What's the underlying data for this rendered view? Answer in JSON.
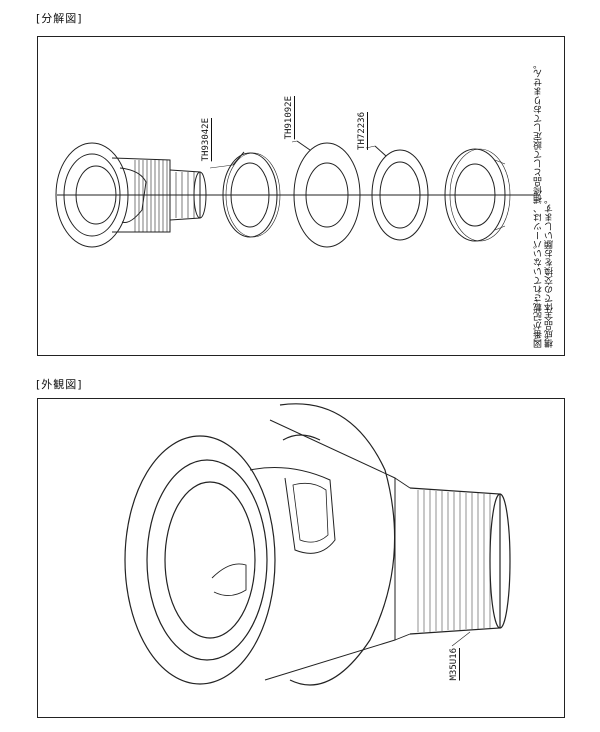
{
  "headings": {
    "exploded": "[分解図]",
    "exterior": "[外観図]"
  },
  "parts": {
    "p1": "TH93042E",
    "p2": "TH91092E",
    "p3": "TH72236",
    "thread": "M35U16"
  },
  "note": {
    "line1": "図番が記載されていないパーツは、補修品として設定しておりません。",
    "line2": "構成品全体での交換をお願いします。"
  }
}
